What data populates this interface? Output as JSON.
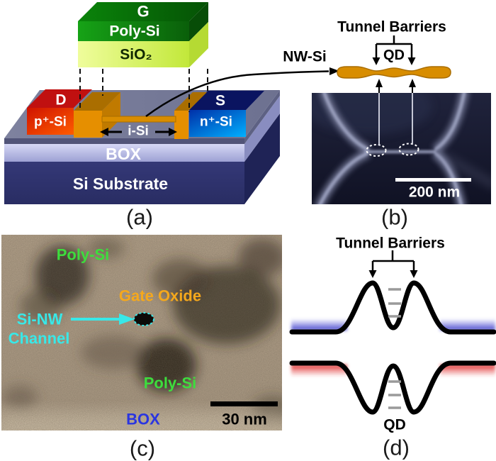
{
  "panels": {
    "a": {
      "caption": "(a)",
      "gate_label": "G",
      "poly_si_label": "Poly-Si",
      "sio2_label": "SiO₂",
      "drain_label": "D",
      "drain_material": "p⁺-Si",
      "source_label": "S",
      "source_material": "n⁺-Si",
      "channel_label": "i-Si",
      "box_label": "BOX",
      "substrate_label": "Si Substrate"
    },
    "b": {
      "caption": "(b)",
      "tunnel_barriers_label": "Tunnel Barriers",
      "qd_label": "QD",
      "nanowire_label": "NW-Si",
      "scale_bar_label": "200 nm"
    },
    "c": {
      "caption": "(c)",
      "poly_si_top_label": "Poly-Si",
      "gate_oxide_label": "Gate Oxide",
      "channel_label_line1": "Si-NW",
      "channel_label_line2": "Channel",
      "poly_si_bottom_label": "Poly-Si",
      "box_label": "BOX",
      "scale_bar_label": "30 nm"
    },
    "d": {
      "caption": "(d)",
      "tunnel_barriers_label": "Tunnel Barriers",
      "qd_label": "QD"
    }
  },
  "colors": {
    "gate_green": "#0a7e0a",
    "poly_si_green": "#129212",
    "sio2_yellow_green": "#d9f25c",
    "drain_red": "#e02800",
    "source_blue": "#0048c0",
    "oxide_orange": "#d98d00",
    "surface_gray": "#767a99",
    "box_lavender": "#b6b9e4",
    "substrate_navy": "#303470",
    "annotation_green": "#3ddd3d",
    "annotation_orange": "#f5a81c",
    "annotation_cyan": "#38e8e8",
    "annotation_blue": "#2a35e0",
    "band_blue": "#3c3cc8",
    "band_red": "#e02e2e"
  }
}
